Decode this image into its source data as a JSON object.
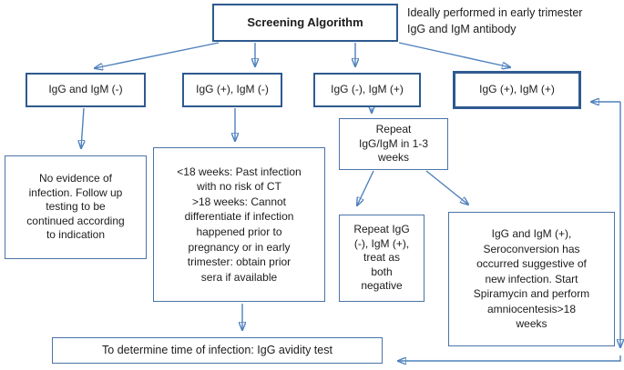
{
  "diagram": {
    "type": "flowchart",
    "title": "Screening Algorithm",
    "annotation": "Ideally performed in early trimester\nIgG and IgM antibody",
    "colors": {
      "box_border_strong": "#2e5a8f",
      "box_border_light": "#4a74a6",
      "arrow": "#4f81bd",
      "text": "#1c1c1c",
      "background": "#ffffff"
    },
    "nodes": {
      "screening": {
        "label": "Screening Algorithm"
      },
      "igg_and_igm_neg": {
        "label": "IgG and IgM (-)"
      },
      "igg_pos_igm_neg": {
        "label": "IgG (+), IgM (-)"
      },
      "igg_neg_igm_pos": {
        "label": "IgG (-), IgM (+)"
      },
      "igg_pos_igm_pos": {
        "label": "IgG (+), IgM (+)"
      },
      "no_evidence": {
        "label": "No evidence of\ninfection. Follow up\ntesting to be\ncontinued according\nto indication"
      },
      "past_infection": {
        "label": "<18 weeks: Past infection\nwith no risk of CT\n>18 weeks: Cannot\ndifferentiate if infection\nhappened prior to\npregnancy or in early\ntrimester: obtain prior\nsera if available"
      },
      "repeat_1_3_weeks": {
        "label": "Repeat\nIgG/IgM in 1-3\nweeks"
      },
      "repeat_negative": {
        "label": "Repeat IgG\n(-), IgM (+),\ntreat as\nboth\nnegative"
      },
      "seroconversion": {
        "label": "IgG and IgM (+),\nSeroconversion has\noccurred suggestive of\nnew infection. Start\nSpiramycin and perform\namniocentesis>18\nweeks"
      },
      "avidity_test": {
        "label": "To determine time of infection: IgG avidity test"
      }
    },
    "edges": [
      {
        "from": "screening",
        "to": "igg_and_igm_neg"
      },
      {
        "from": "screening",
        "to": "igg_pos_igm_neg"
      },
      {
        "from": "screening",
        "to": "igg_neg_igm_pos"
      },
      {
        "from": "screening",
        "to": "igg_pos_igm_pos"
      },
      {
        "from": "igg_and_igm_neg",
        "to": "no_evidence"
      },
      {
        "from": "igg_pos_igm_neg",
        "to": "past_infection"
      },
      {
        "from": "igg_neg_igm_pos",
        "to": "repeat_1_3_weeks"
      },
      {
        "from": "repeat_1_3_weeks",
        "to": "repeat_negative"
      },
      {
        "from": "repeat_1_3_weeks",
        "to": "seroconversion"
      },
      {
        "from": "past_infection",
        "to": "avidity_test"
      },
      {
        "from": "avidity_test",
        "to": "igg_pos_igm_pos",
        "style": "right-rail-elbow"
      },
      {
        "from": "igg_pos_igm_pos",
        "to": "avidity_test",
        "style": "right-rail-elbow"
      }
    ]
  }
}
